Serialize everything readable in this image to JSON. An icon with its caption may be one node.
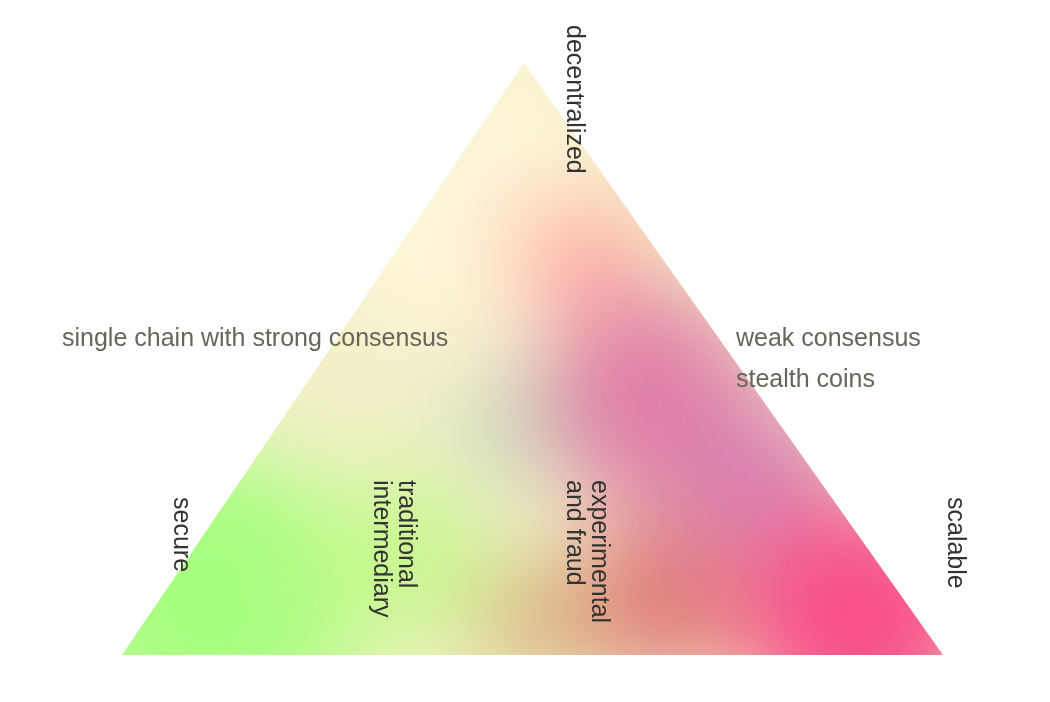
{
  "diagram": {
    "labels": [
      "decentralized",
      "single chain with strong consensus",
      "weak consensus",
      "stealth coins",
      "secure",
      "traditional intermediary",
      "experimental and fraud",
      "scalable"
    ]
  }
}
